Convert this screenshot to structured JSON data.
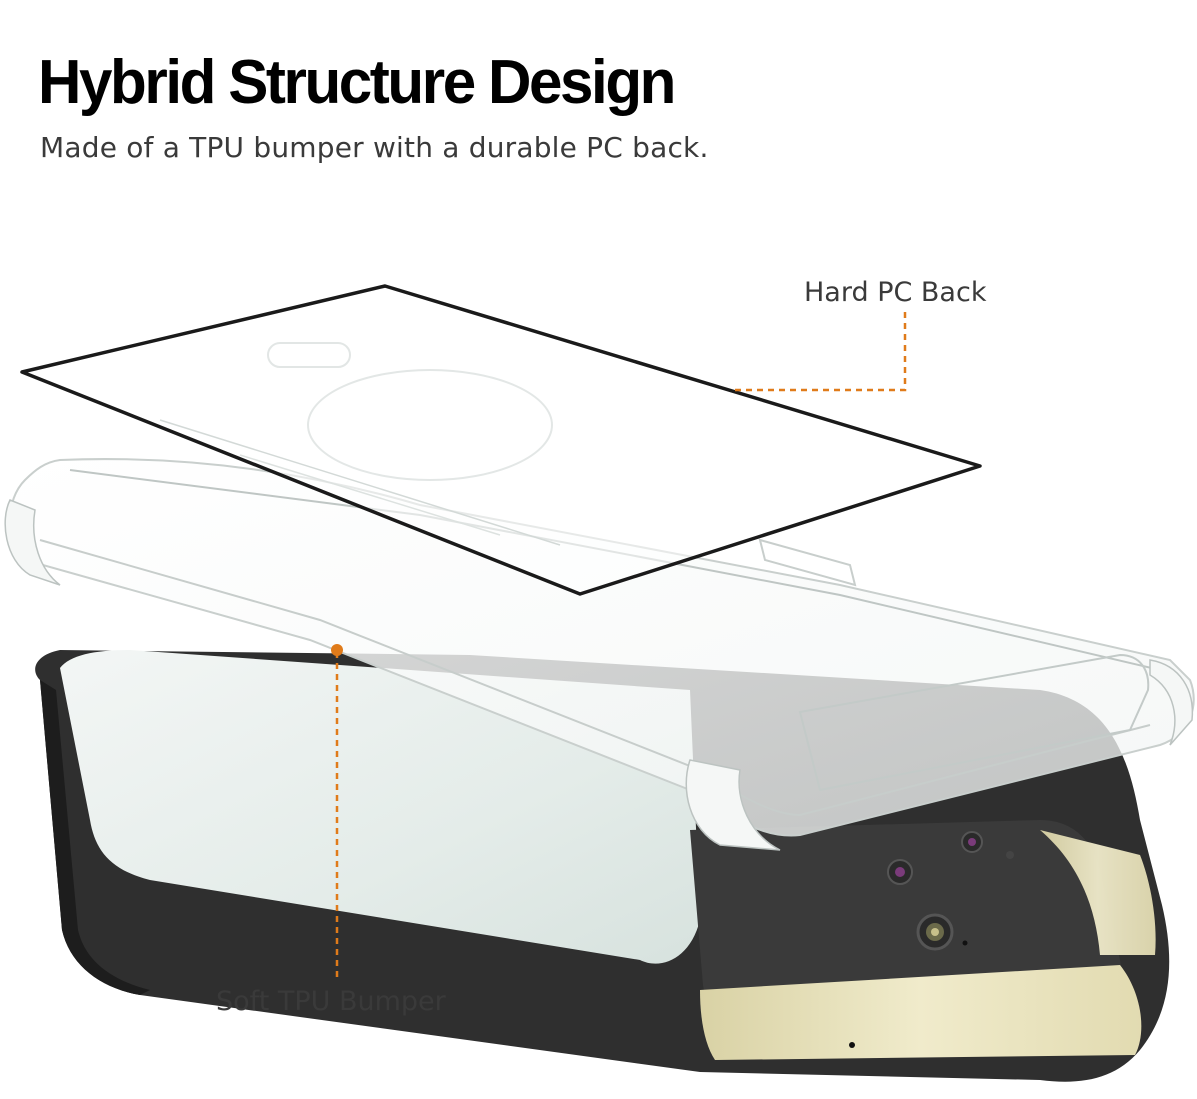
{
  "header": {
    "title": "Hybrid Structure Design",
    "subtitle": "Made of a TPU bumper with a durable PC back."
  },
  "callouts": {
    "back_label": "Hard PC Back",
    "bumper_label": "Soft TPU Bumper"
  },
  "colors": {
    "accent": "#e07b1a",
    "title": "#000000",
    "text": "#3a3a3a",
    "phone_body": "#2f2f2f",
    "camera_bar": "#3a3a3a",
    "gold_strip": "#e8e2bd"
  }
}
